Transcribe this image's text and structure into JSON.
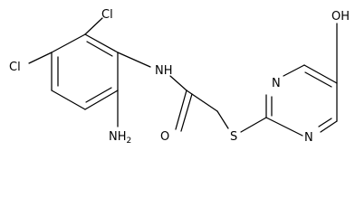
{
  "molecule": {
    "labels": {
      "cl_top": "Cl",
      "cl_left": "Cl",
      "nh": "NH",
      "nh2_main": "NH",
      "nh2_sub": "2",
      "oxygen": "O",
      "sulfur": "S",
      "n_upper": "N",
      "n_lower": "N",
      "oh": "OH"
    }
  }
}
